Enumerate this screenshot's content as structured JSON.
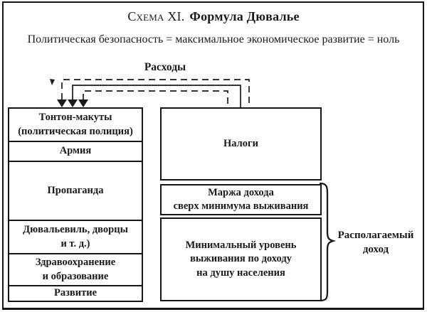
{
  "colors": {
    "ink": "#1a1a1a",
    "paper": "#ffffff"
  },
  "title": {
    "scheme": "Схема XI.",
    "name": "Формула Дювалье"
  },
  "formula": "Политическая безопасность = максимальное экономическое развитие = ноль",
  "flow": {
    "label": "Расходы"
  },
  "expenditures": {
    "sections": [
      "Тонтон-макуты\n(политическая полиция)",
      "Армия",
      "Пропаганда",
      "Дювальевиль, дворцы\nи т. д.)",
      "Здравоохранение\nи образование",
      "Развитие"
    ]
  },
  "income": {
    "taxes": "Налоги",
    "margin": "Маржа дохода\nсверх минимума выживания",
    "minimum": "Минимальный уровень\nвыживания по доходу\nна душу населения",
    "brace_label": "Располагаемый\nдоход"
  },
  "icons": {
    "down_arrow": "▼",
    "curly_brace": "}"
  }
}
